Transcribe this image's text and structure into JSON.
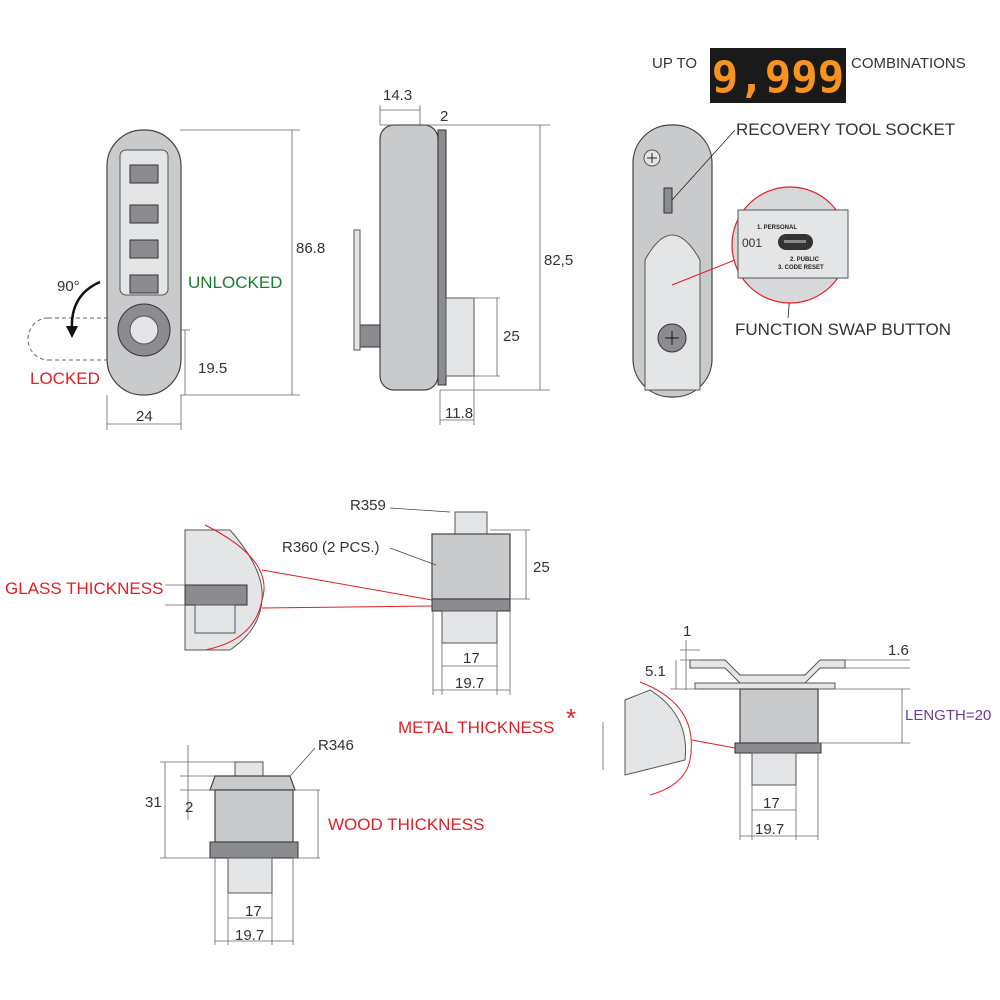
{
  "header": {
    "prefix": "UP TO",
    "display_value": "9,999",
    "suffix": "COMBINATIONS",
    "display_color": "#f7931e"
  },
  "front_view": {
    "height": "86.8",
    "unlocked": "UNLOCKED",
    "angle": "90°",
    "locked": "LOCKED",
    "offset": "19.5",
    "width": "24"
  },
  "side_view": {
    "depth": "14.3",
    "flange": "2",
    "height": "82,5",
    "cam": "25",
    "shaft": "11.8"
  },
  "rear_view": {
    "socket": "RECOVERY TOOL SOCKET",
    "swap": "FUNCTION SWAP BUTTON",
    "code": "001",
    "mode1": "1. PERSONAL",
    "mode2": "2. PUBLIC",
    "mode3": "3. CODE RESET"
  },
  "glass": {
    "r1": "R359",
    "r2": "R360 (2 PCS.)",
    "height": "25",
    "label": "GLASS THICKNESS",
    "inner": "17",
    "outer": "19.7"
  },
  "metal": {
    "t1": "1",
    "t2": "5.1",
    "t3": "1.6",
    "length": "LENGTH=20",
    "label": "METAL THICKNESS",
    "star": "*",
    "inner": "17",
    "outer": "19.7"
  },
  "wood": {
    "r": "R346",
    "height": "31",
    "t": "2",
    "label": "WOOD THICKNESS",
    "inner": "17",
    "outer": "19.7"
  },
  "colors": {
    "warning": "#e31e24",
    "unlocked": "#1e7a2e",
    "length": "#6a3d9a"
  }
}
